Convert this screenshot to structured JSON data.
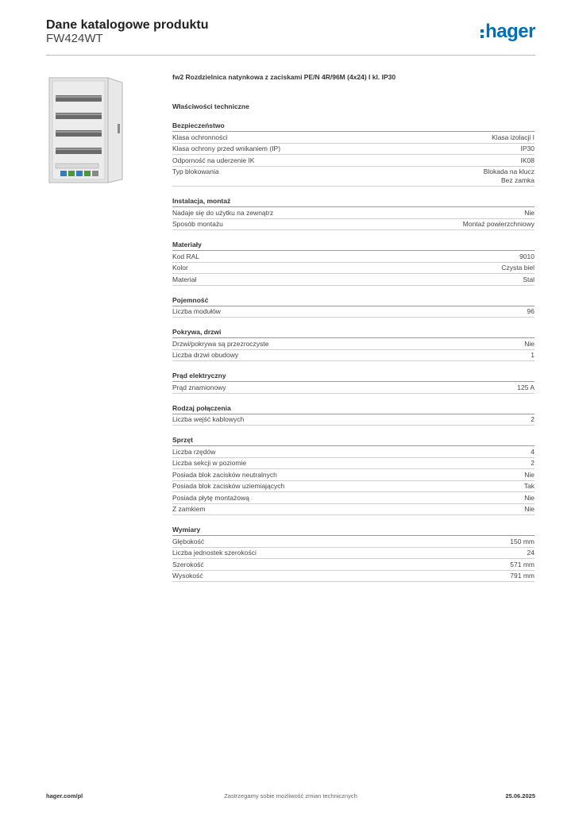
{
  "header": {
    "title": "Dane katalogowe produktu",
    "subtitle": "FW424WT",
    "logo_text": "hager",
    "logo_color": "#0070b8"
  },
  "product": {
    "title": "fw2 Rozdzielnica natynkowa z zaciskami PE/N 4R/96M (4x24) I kl. IP30"
  },
  "properties_title": "Właściwości techniczne",
  "sections": [
    {
      "title": "Bezpieczeństwo",
      "rows": [
        {
          "label": "Klasa ochronności",
          "value": "Klasa izolacji I"
        },
        {
          "label": "Klasa ochrony przed wnikaniem (IP)",
          "value": "IP30"
        },
        {
          "label": "Odporność na uderzenie IK",
          "value": "IK08"
        },
        {
          "label": "Typ blokowania",
          "value": "Blokada na klucz",
          "value2": "Bez zamka"
        }
      ]
    },
    {
      "title": "Instalacja, montaż",
      "rows": [
        {
          "label": "Nadaje się do użytku na zewnątrz",
          "value": "Nie"
        },
        {
          "label": "Sposób montażu",
          "value": "Montaż powierzchniowy"
        }
      ]
    },
    {
      "title": "Materiały",
      "rows": [
        {
          "label": "Kod RAL",
          "value": "9010"
        },
        {
          "label": "Kolor",
          "value": "Czysta biel"
        },
        {
          "label": "Materiał",
          "value": "Stal"
        }
      ]
    },
    {
      "title": "Pojemność",
      "rows": [
        {
          "label": "Liczba modułów",
          "value": "96"
        }
      ]
    },
    {
      "title": "Pokrywa, drzwi",
      "rows": [
        {
          "label": "Drzwi/pokrywa są przezroczyste",
          "value": "Nie"
        },
        {
          "label": "Liczba drzwi obudowy",
          "value": "1"
        }
      ]
    },
    {
      "title": "Prąd elektryczny",
      "rows": [
        {
          "label": "Prąd znamionowy",
          "value": "125 A"
        }
      ]
    },
    {
      "title": "Rodzaj połączenia",
      "rows": [
        {
          "label": "Liczba wejść kablowych",
          "value": "2"
        }
      ]
    },
    {
      "title": "Sprzęt",
      "rows": [
        {
          "label": "Liczba rzędów",
          "value": "4"
        },
        {
          "label": "Liczba sekcji w poziomie",
          "value": "2"
        },
        {
          "label": "Posiada blok zacisków neutralnych",
          "value": "Nie"
        },
        {
          "label": "Posiada blok zacisków uziemiających",
          "value": "Tak"
        },
        {
          "label": "Posiada płytę montażową",
          "value": "Nie"
        },
        {
          "label": "Z zamkiem",
          "value": "Nie"
        }
      ]
    },
    {
      "title": "Wymiary",
      "rows": [
        {
          "label": "Głębokość",
          "value": "150 mm"
        },
        {
          "label": "Liczba jednostek szerokości",
          "value": "24"
        },
        {
          "label": "Szerokość",
          "value": "571 mm"
        },
        {
          "label": "Wysokość",
          "value": "791 mm"
        }
      ]
    }
  ],
  "footer": {
    "left": "hager.com/pl",
    "center": "Zastrzegamy sobie możliwość zmian technicznych",
    "right": "25.06.2025"
  }
}
